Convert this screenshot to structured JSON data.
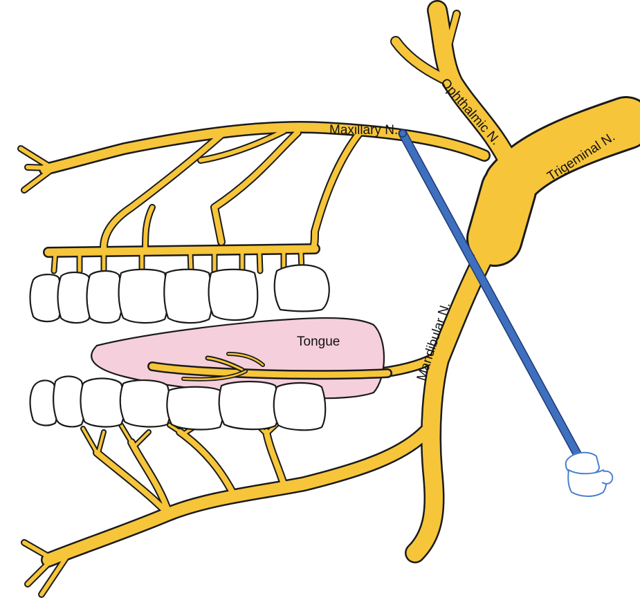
{
  "diagram": {
    "labels": {
      "maxillary": "Maxillary N.",
      "ophthalmic": "Ophthalmic N.",
      "trigeminal": "Trigeminal N.",
      "mandibular": "Mandibular N.",
      "tongue": "Tongue"
    },
    "colors": {
      "nerve": "#f6c53a",
      "outline": "#1a1a1a",
      "tongue": "#f5cfdc",
      "needle": "#3f6fbf",
      "syringe_outline": "#4a7fd0",
      "tooth": "#ffffff"
    },
    "icons": {
      "needle": "needle-icon",
      "syringe_hub": "syringe-hub-icon"
    }
  }
}
